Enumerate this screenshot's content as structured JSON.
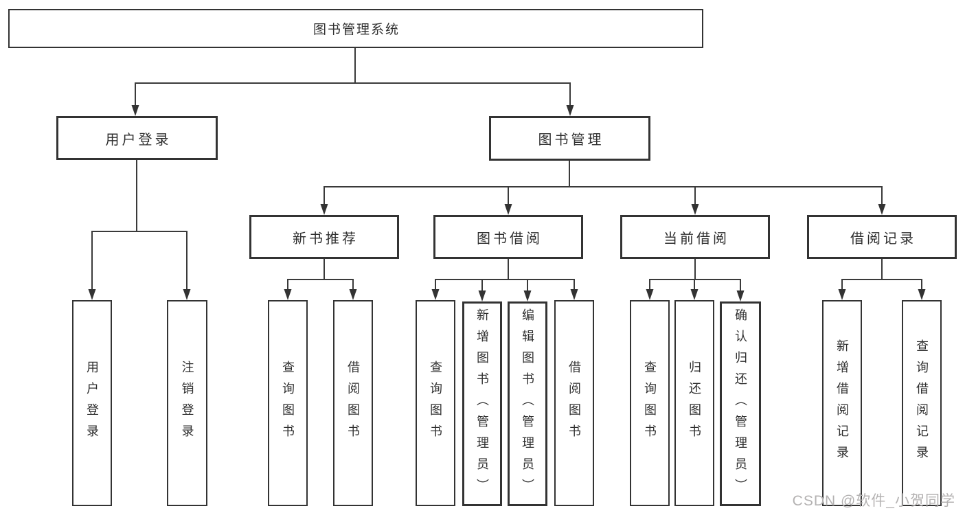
{
  "tree": {
    "label": "图书管理系统",
    "children": [
      {
        "label": "用户登录",
        "children": [
          {
            "label": "用户登录"
          },
          {
            "label": "注销登录"
          }
        ]
      },
      {
        "label": "图书管理",
        "children": [
          {
            "label": "新书推荐",
            "children": [
              {
                "label": "查询图书"
              },
              {
                "label": "借阅图书"
              }
            ]
          },
          {
            "label": "图书借阅",
            "children": [
              {
                "label": "查询图书"
              },
              {
                "label": "新增图书（管理员）"
              },
              {
                "label": "编辑图书（管理员）"
              },
              {
                "label": "借阅图书"
              }
            ]
          },
          {
            "label": "当前借阅",
            "children": [
              {
                "label": "查询图书"
              },
              {
                "label": "归还图书"
              },
              {
                "label": "确认归还（管理员）"
              }
            ]
          },
          {
            "label": "借阅记录",
            "children": [
              {
                "label": "新增借阅记录"
              },
              {
                "label": "查询借阅记录"
              }
            ]
          }
        ]
      }
    ]
  },
  "watermark": {
    "text": "CSDN @软件_小贺同学"
  },
  "colors": {
    "line": "#3a3a3a",
    "box_border": "#333333",
    "text": "#2f2f2f",
    "watermark": "#b4b2b2",
    "background": "#ffffff"
  }
}
